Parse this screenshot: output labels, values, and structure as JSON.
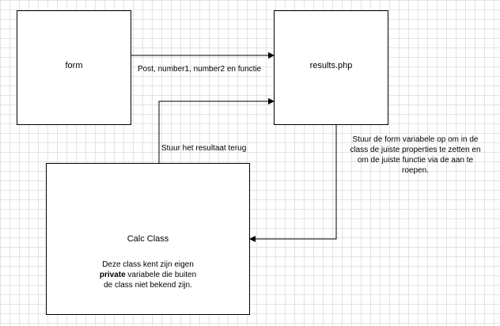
{
  "nodes": {
    "form": {
      "title": "form"
    },
    "results": {
      "title": "results.php"
    },
    "calc": {
      "title": "Calc Class",
      "desc_line1": "Deze class kent zijn eigen",
      "desc_bold": "private",
      "desc_line2_rest": " variabele die buiten",
      "desc_line3": "de class niet bekend zijn."
    }
  },
  "edges": {
    "form_to_results": "Post, number1, number2 en functie",
    "calc_to_results": "Stuur het resultaat terug",
    "results_to_calc": [
      "Stuur de form variabele op om in de",
      "class de juiste properties te zetten en",
      "om de juiste functie via de aan te",
      "roepen."
    ]
  }
}
